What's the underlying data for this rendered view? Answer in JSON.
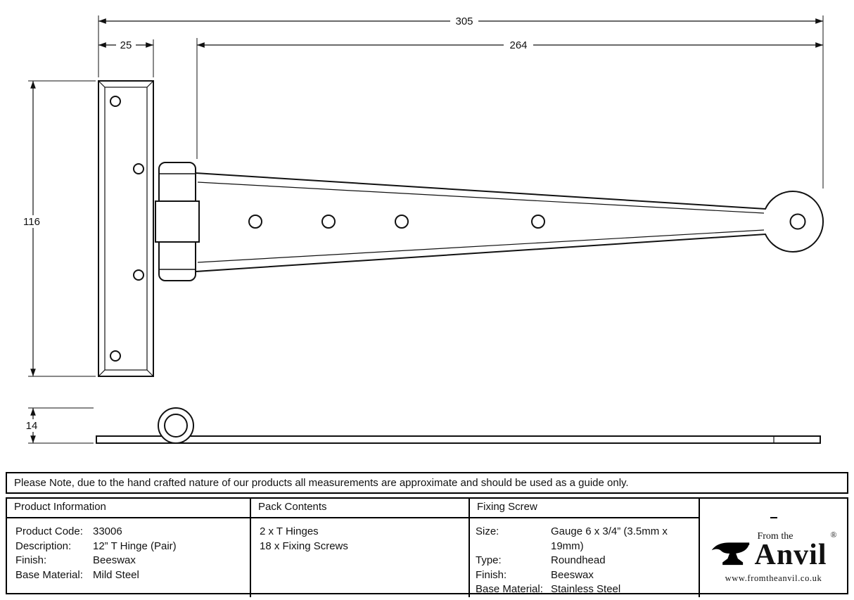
{
  "drawing": {
    "dim_overall": "305",
    "dim_plate_width": "25",
    "dim_strap": "264",
    "dim_height": "116",
    "dim_thickness": "14"
  },
  "note": "Please Note, due to the hand crafted nature of our products all measurements are approximate and should be used as a guide only.",
  "product_info": {
    "header": "Product Information",
    "rows": [
      {
        "label": "Product Code:",
        "value": "33006"
      },
      {
        "label": "Description:",
        "value": "12” T Hinge (Pair)"
      },
      {
        "label": "Finish:",
        "value": "Beeswax"
      },
      {
        "label": "Base Material:",
        "value": "Mild Steel"
      }
    ]
  },
  "pack_contents": {
    "header": "Pack Contents",
    "rows": [
      "2 x T Hinges",
      "18 x Fixing Screws"
    ]
  },
  "fixing_screw": {
    "header": "Fixing Screw",
    "rows": [
      {
        "label": "Size:",
        "value": "Gauge 6 x 3/4” (3.5mm x 19mm)"
      },
      {
        "label": "Type:",
        "value": "Roundhead"
      },
      {
        "label": "Finish:",
        "value": "Beeswax"
      },
      {
        "label": "Base Material:",
        "value": "Stainless Steel"
      }
    ]
  },
  "logo": {
    "from_the": "From the",
    "name": "Anvil",
    "registered": "®",
    "url": "www.fromtheanvil.co.uk"
  }
}
